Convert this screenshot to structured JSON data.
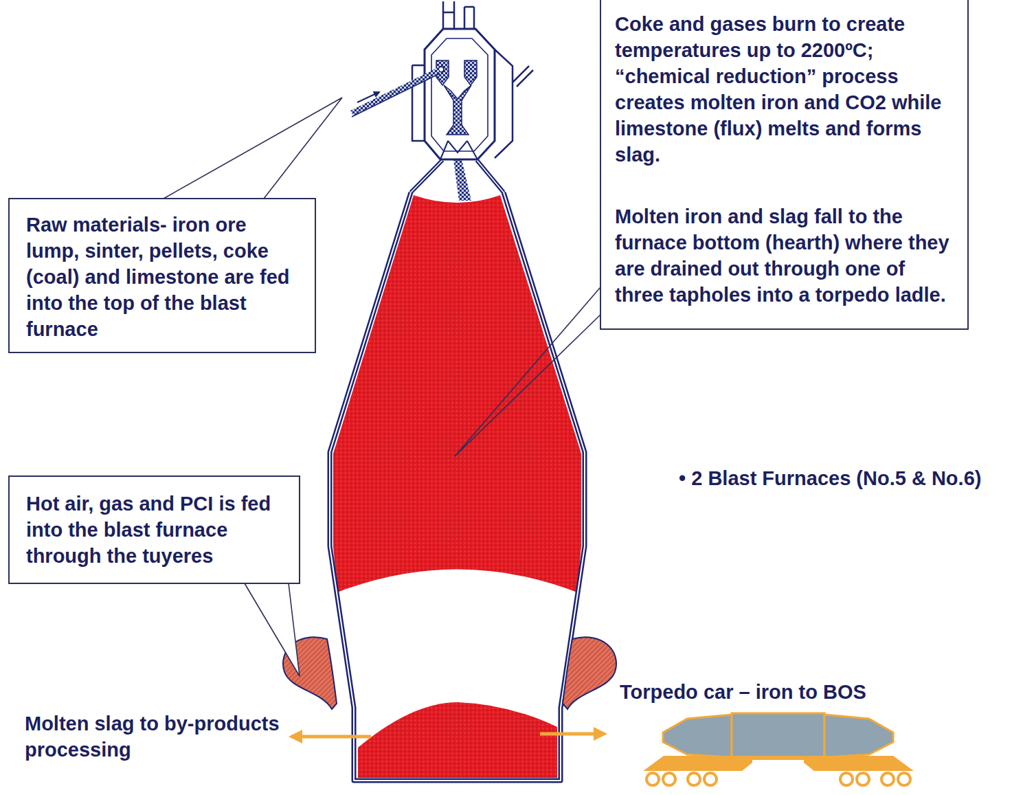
{
  "diagram": {
    "nodes": [
      {
        "text": [
          "Coke and gases burn to create temperatures up to 2200ºC; “chemical reduction” process creates molten iron and CO2 while limestone (flux) melts and forms slag.",
          "Molten iron and slag fall to the furnace bottom (hearth) where they are drained out through one of three tapholes into a torpedo ladle."
        ]
      },
      {
        "text": [
          "Raw materials- iron ore lump, sinter, pellets, coke (coal) and limestone are fed into the top of the blast furnace"
        ]
      },
      {
        "text": [
          "Hot air, gas and PCI is fed into the blast furnace through the tuyeres"
        ]
      }
    ],
    "labels": [
      "• 2 Blast Furnaces (No.5 & No.6)",
      "Torpedo car – iron to BOS",
      "Molten slag to by-products processing"
    ]
  }
}
